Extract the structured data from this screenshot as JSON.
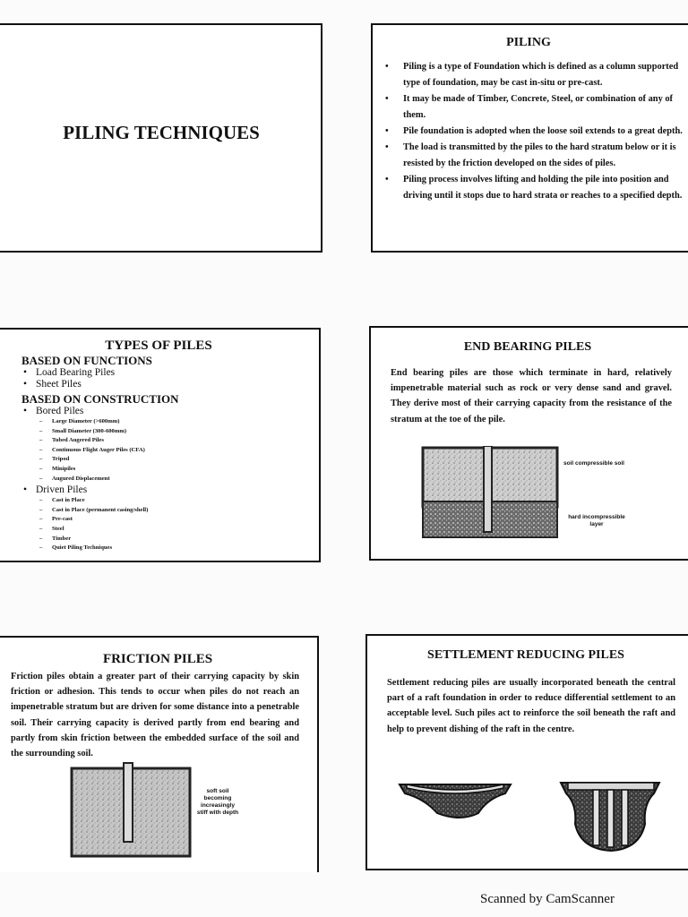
{
  "slide1": {
    "title": "PILING TECHNIQUES"
  },
  "slide2": {
    "title": "PILING",
    "bullets": [
      "Piling is a type of Foundation which is defined as a column supported type of foundation, may be cast in-situ or pre-cast.",
      "It may be made of Timber, Concrete, Steel, or combination of any of them.",
      "Pile foundation is adopted when the loose soil extends to a great depth.",
      "The load is transmitted by the piles to the hard stratum below or it is resisted by the friction developed on the sides of piles.",
      "Piling process involves lifting and holding the pile into position and driving until it stops due to hard strata or reaches to a specified depth."
    ]
  },
  "slide3": {
    "title": "TYPES OF PILES",
    "heading_functions": "BASED ON FUNCTIONS",
    "functions": [
      "Load Bearing Piles",
      "Sheet Piles"
    ],
    "heading_construction": "BASED ON CONSTRUCTION",
    "bored": {
      "label": "Bored Piles",
      "items": [
        "Large Diameter (>600mm)",
        "Small Diameter (300-600mm)",
        "Tubed Augered Piles",
        "Continuous Flight Auger Piles (CFA)",
        "Tripod",
        "Minipiles",
        "Augured Displacement"
      ]
    },
    "driven": {
      "label": "Driven Piles",
      "items": [
        "Cast in Place",
        "Cast in Place (permanent casing/shell)",
        "Pre-cast",
        "Steel",
        "Timber",
        "Quiet Piling Techniques"
      ]
    }
  },
  "slide4": {
    "title": "END BEARING PILES",
    "text": "End bearing piles are those which terminate in hard, relatively impenetrable material such as rock or very dense sand and gravel. They derive most of their carrying capacity from the resistance of the stratum at the toe of the pile.",
    "label_top": "soil compressible soil",
    "label_bottom": "hard incompressible layer"
  },
  "slide5": {
    "title": "FRICTION PILES",
    "text": "Friction piles obtain a greater part of their carrying capacity by skin friction or adhesion. This tends to occur when piles do not reach an impenetrable stratum but are driven for some distance into a penetrable soil. Their carrying capacity is derived partly from end bearing and partly from skin friction between the embedded surface of the soil and the surrounding soil.",
    "label": "soft soil becoming increasingly stiff with depth"
  },
  "slide6": {
    "title": "SETTLEMENT REDUCING PILES",
    "text": "Settlement reducing piles are usually incorporated beneath the central part of a raft foundation in order to reduce differential settlement to an acceptable level. Such piles act to reinforce the soil beneath the raft and help to prevent dishing of the raft in the centre."
  },
  "footer": "Scanned by CamScanner"
}
